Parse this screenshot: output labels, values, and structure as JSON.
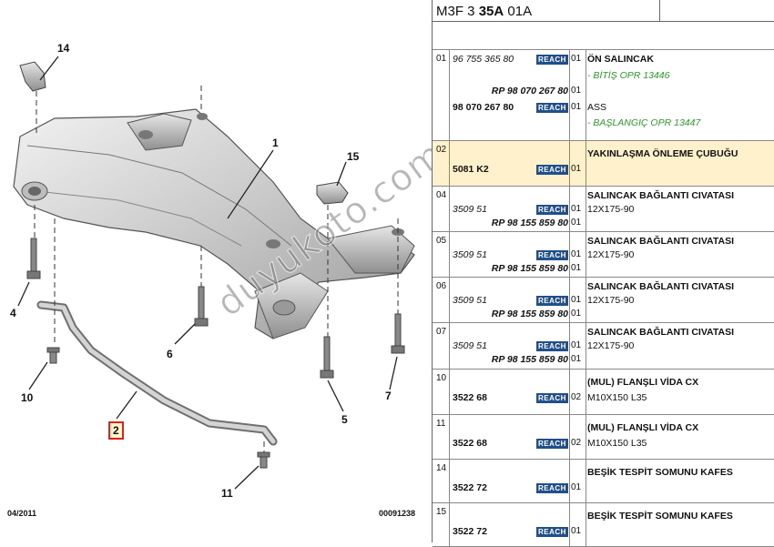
{
  "diagram": {
    "callouts": [
      "14",
      "1",
      "15",
      "4",
      "6",
      "10",
      "2",
      "5",
      "7",
      "11"
    ],
    "date_code": "04/2011",
    "drawing_no": "00091238",
    "watermark": "duyukoto.com"
  },
  "parts_header": {
    "ref_prefix": "M3F 3 ",
    "ref_bold": "35A",
    "ref_suffix": " 01A"
  },
  "rows": [
    {
      "no": "01",
      "lines": [
        {
          "ref": "96 755 365 80",
          "ref_style": "italic",
          "reach": true,
          "qty": "01",
          "desc": "ÖN SALINCAK",
          "desc_style": "bold"
        },
        {
          "ref": "",
          "ref_style": "italic",
          "reach": false,
          "qty": "",
          "desc": "- BİTİŞ OPR 13446",
          "desc_style": "green"
        },
        {
          "ref": "RP 98 070 267 80",
          "ref_style": "bi",
          "reach": false,
          "qty": "01",
          "desc": "",
          "desc_style": "normal"
        },
        {
          "ref": "98 070 267 80",
          "ref_style": "bold",
          "reach": true,
          "qty": "01",
          "desc": "ASS",
          "desc_style": "normal"
        },
        {
          "ref": "",
          "ref_style": "italic",
          "reach": false,
          "qty": "",
          "desc": "- BAŞLANGIÇ OPR 13447",
          "desc_style": "green"
        }
      ]
    },
    {
      "no": "02",
      "highlight": true,
      "lines": [
        {
          "ref": "",
          "ref_style": "bold",
          "reach": false,
          "qty": "",
          "desc": "YAKINLAŞMA ÖNLEME ÇUBUĞU",
          "desc_style": "bold"
        },
        {
          "ref": "5081 K2",
          "ref_style": "bold",
          "reach": true,
          "qty": "01",
          "desc": "",
          "desc_style": "normal"
        }
      ]
    },
    {
      "no": "04",
      "lines": [
        {
          "ref": "",
          "ref_style": "bold",
          "reach": false,
          "qty": "",
          "desc": "SALINCAK BAĞLANTI CIVATASI",
          "desc_style": "bold"
        },
        {
          "ref": "3509 51",
          "ref_style": "italic",
          "reach": true,
          "qty": "01",
          "desc": "12X175-90",
          "desc_style": "normal"
        },
        {
          "ref": "RP 98 155 859 80",
          "ref_style": "bi",
          "reach": false,
          "qty": "01",
          "desc": "",
          "desc_style": "normal"
        }
      ]
    },
    {
      "no": "05",
      "lines": [
        {
          "ref": "",
          "ref_style": "bold",
          "reach": false,
          "qty": "",
          "desc": "SALINCAK BAĞLANTI CIVATASI",
          "desc_style": "bold"
        },
        {
          "ref": "3509 51",
          "ref_style": "italic",
          "reach": true,
          "qty": "01",
          "desc": "12X175-90",
          "desc_style": "normal"
        },
        {
          "ref": "RP 98 155 859 80",
          "ref_style": "bi",
          "reach": false,
          "qty": "01",
          "desc": "",
          "desc_style": "normal"
        }
      ]
    },
    {
      "no": "06",
      "lines": [
        {
          "ref": "",
          "ref_style": "bold",
          "reach": false,
          "qty": "",
          "desc": "SALINCAK BAĞLANTI CIVATASI",
          "desc_style": "bold"
        },
        {
          "ref": "3509 51",
          "ref_style": "italic",
          "reach": true,
          "qty": "01",
          "desc": "12X175-90",
          "desc_style": "normal"
        },
        {
          "ref": "RP 98 155 859 80",
          "ref_style": "bi",
          "reach": false,
          "qty": "01",
          "desc": "",
          "desc_style": "normal"
        }
      ]
    },
    {
      "no": "07",
      "lines": [
        {
          "ref": "",
          "ref_style": "bold",
          "reach": false,
          "qty": "",
          "desc": "SALINCAK BAĞLANTI CIVATASI",
          "desc_style": "bold"
        },
        {
          "ref": "3509 51",
          "ref_style": "italic",
          "reach": true,
          "qty": "01",
          "desc": "12X175-90",
          "desc_style": "normal"
        },
        {
          "ref": "RP 98 155 859 80",
          "ref_style": "bi",
          "reach": false,
          "qty": "01",
          "desc": "",
          "desc_style": "normal"
        }
      ]
    },
    {
      "no": "10",
      "lines": [
        {
          "ref": "",
          "ref_style": "bold",
          "reach": false,
          "qty": "",
          "desc": "(MUL) FLANŞLI VİDA CX",
          "desc_style": "bold"
        },
        {
          "ref": "3522 68",
          "ref_style": "bold",
          "reach": true,
          "qty": "02",
          "desc": "M10X150 L35",
          "desc_style": "normal"
        }
      ]
    },
    {
      "no": "11",
      "lines": [
        {
          "ref": "",
          "ref_style": "bold",
          "reach": false,
          "qty": "",
          "desc": "(MUL) FLANŞLI VİDA CX",
          "desc_style": "bold"
        },
        {
          "ref": "3522 68",
          "ref_style": "bold",
          "reach": true,
          "qty": "02",
          "desc": "M10X150 L35",
          "desc_style": "normal"
        }
      ]
    },
    {
      "no": "14",
      "lines": [
        {
          "ref": "",
          "ref_style": "bold",
          "reach": false,
          "qty": "",
          "desc": "BEŞİK TESPİT SOMUNU KAFES",
          "desc_style": "bold"
        },
        {
          "ref": "3522 72",
          "ref_style": "bold",
          "reach": true,
          "qty": "01",
          "desc": "",
          "desc_style": "normal"
        }
      ]
    },
    {
      "no": "15",
      "lines": [
        {
          "ref": "",
          "ref_style": "bold",
          "reach": false,
          "qty": "",
          "desc": "BEŞİK TESPİT SOMUNU KAFES",
          "desc_style": "bold"
        },
        {
          "ref": "3522 72",
          "ref_style": "bold",
          "reach": true,
          "qty": "01",
          "desc": "",
          "desc_style": "normal"
        }
      ]
    }
  ],
  "reach_label": "REACH",
  "colors": {
    "reach_bg": "#1f4f8c",
    "highlight": "#fff1cc",
    "green_note": "#2a9a2a",
    "selected_callout": "#e0201b"
  }
}
